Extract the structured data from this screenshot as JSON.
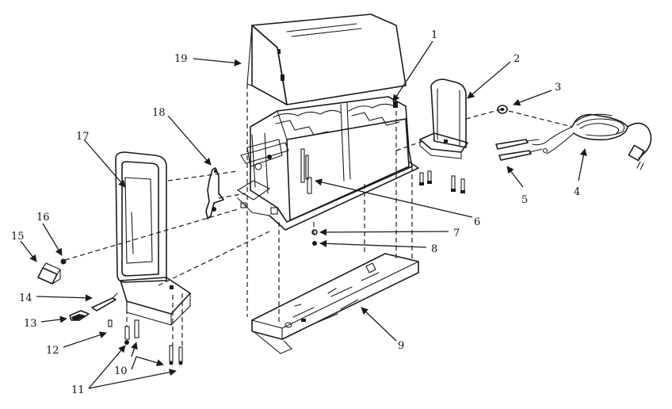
{
  "diagram": {
    "callouts": [
      {
        "id": "1",
        "label": "1"
      },
      {
        "id": "2",
        "label": "2"
      },
      {
        "id": "3",
        "label": "3"
      },
      {
        "id": "4",
        "label": "4"
      },
      {
        "id": "5",
        "label": "5"
      },
      {
        "id": "6",
        "label": "6"
      },
      {
        "id": "7",
        "label": "7"
      },
      {
        "id": "8",
        "label": "8"
      },
      {
        "id": "9",
        "label": "9"
      },
      {
        "id": "10",
        "label": "10"
      },
      {
        "id": "11",
        "label": "11"
      },
      {
        "id": "12",
        "label": "12"
      },
      {
        "id": "13",
        "label": "13"
      },
      {
        "id": "14",
        "label": "14"
      },
      {
        "id": "15",
        "label": "15"
      },
      {
        "id": "16",
        "label": "16"
      },
      {
        "id": "17",
        "label": "17"
      },
      {
        "id": "18",
        "label": "18"
      },
      {
        "id": "19",
        "label": "19"
      }
    ]
  },
  "colors": {
    "ink": "#1a1a1a",
    "background": "#ffffff"
  }
}
